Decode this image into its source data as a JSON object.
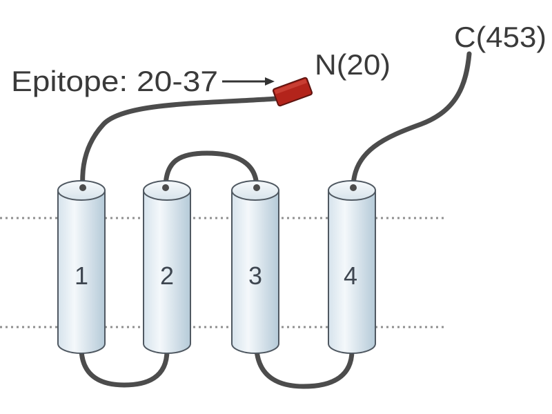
{
  "labels": {
    "epitope": "Epitope: 20-37",
    "n_terminus": "N(20)",
    "c_terminus": "C(453)"
  },
  "helices": [
    {
      "number": "1"
    },
    {
      "number": "2"
    },
    {
      "number": "3"
    },
    {
      "number": "4"
    }
  ],
  "colors": {
    "helix_fill_light": "#eef4f8",
    "helix_fill_dark": "#b7ccd9",
    "helix_stroke": "#4f5861",
    "loop": "#4c4c4c",
    "epitope_marker": "#b3241b",
    "membrane_line": "#8a8a8a",
    "text": "#3a3a3a"
  }
}
